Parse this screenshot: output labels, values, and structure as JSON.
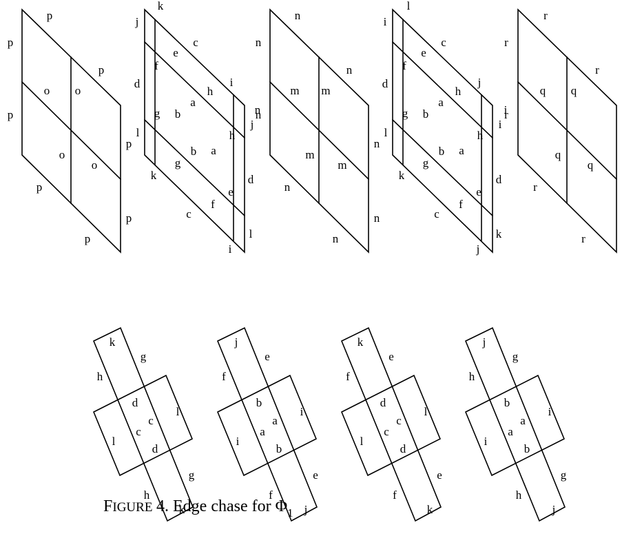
{
  "caption": {
    "small_caps_word": "Figure",
    "rest": "4.  Edge chase for Φ",
    "subscript": "1"
  },
  "top_row": [
    {
      "kind": "plain",
      "labels": {
        "top_edge": "p",
        "left_upper": "p",
        "left_lower": "p",
        "upper_right_edge": "p",
        "right_edge": "p",
        "lower_left_edge": "p",
        "bottom_edge": "p",
        "right_lower": "p",
        "interior": [
          "o",
          "o",
          "o",
          "o"
        ]
      }
    },
    {
      "kind": "grid",
      "labels": {
        "corner_top": "k",
        "corner_left": "j",
        "top_edge": "c",
        "right_top": "i",
        "right_mid": "n",
        "right_j": "j",
        "right_d": "d",
        "right_l": "l",
        "bottom_i": "i",
        "bottom_edge": "c",
        "left_d": "d",
        "left_l": "l",
        "left_k": "k",
        "inner": [
          "e",
          "f",
          "h",
          "a",
          "b",
          "g",
          "g",
          "b",
          "a",
          "h",
          "e",
          "f"
        ]
      }
    },
    {
      "kind": "plain",
      "labels": {
        "top_edge": "n",
        "left_upper": "n",
        "left_lower": "n",
        "upper_right_edge": "n",
        "right_edge": "n",
        "lower_left_edge": "n",
        "bottom_edge": "n",
        "right_lower": "n",
        "interior": [
          "m",
          "m",
          "m",
          "m"
        ]
      }
    },
    {
      "kind": "grid",
      "labels": {
        "corner_top": "l",
        "corner_left": "i",
        "top_edge": "c",
        "right_top": "j",
        "right_mid": "i",
        "right_j": "i",
        "right_d": "d",
        "right_l": "k",
        "bottom_i": "j",
        "bottom_edge": "c",
        "left_d": "d",
        "left_l": "l",
        "left_k": "k",
        "inner": [
          "e",
          "f",
          "h",
          "a",
          "b",
          "g",
          "g",
          "b",
          "a",
          "h",
          "e",
          "f"
        ]
      }
    },
    {
      "kind": "plain",
      "labels": {
        "top_edge": "r",
        "left_upper": "r",
        "left_lower": "r",
        "upper_right_edge": "r",
        "right_edge": "r",
        "lower_left_edge": "r",
        "bottom_edge": "r",
        "right_lower": "r",
        "interior": [
          "q",
          "q",
          "q",
          "q"
        ]
      }
    }
  ],
  "bottom_row": [
    {
      "labels": {
        "top": "k",
        "upper_right": "g",
        "upper_left": "h",
        "center_top": "d",
        "center_left_a": "c",
        "center_left_b": "c",
        "center_bottom": "d",
        "left": "l",
        "right": "l",
        "lower_right": "g",
        "lower_left": "h",
        "bottom": "k"
      }
    },
    {
      "labels": {
        "top": "j",
        "upper_right": "e",
        "upper_left": "f",
        "center_top": "b",
        "center_left_a": "a",
        "center_left_b": "a",
        "center_bottom": "b",
        "left": "i",
        "right": "i",
        "lower_right": "e",
        "lower_left": "f",
        "bottom": "j"
      }
    },
    {
      "labels": {
        "top": "k",
        "upper_right": "e",
        "upper_left": "f",
        "center_top": "d",
        "center_left_a": "c",
        "center_left_b": "c",
        "center_bottom": "d",
        "left": "l",
        "right": "l",
        "lower_right": "e",
        "lower_left": "f",
        "bottom": "k"
      }
    },
    {
      "labels": {
        "top": "j",
        "upper_right": "g",
        "upper_left": "h",
        "center_top": "b",
        "center_left_a": "a",
        "center_left_b": "a",
        "center_bottom": "b",
        "left": "i",
        "right": "i",
        "lower_right": "g",
        "lower_left": "h",
        "bottom": "j"
      }
    }
  ]
}
